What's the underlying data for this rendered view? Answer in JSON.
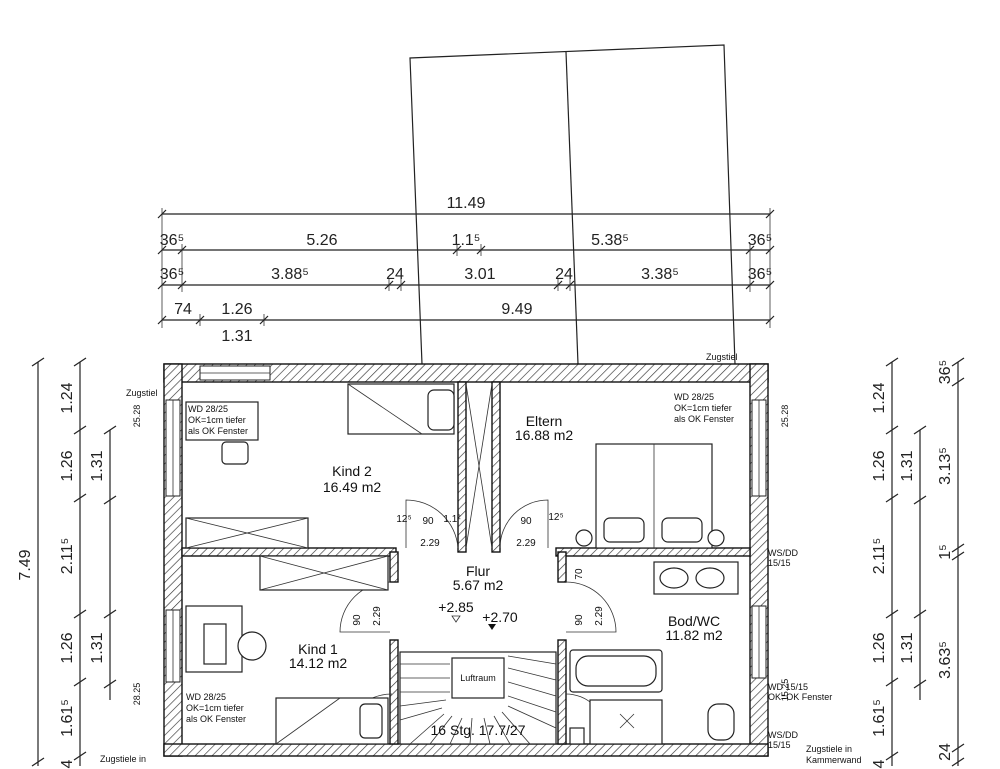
{
  "top_dimensions": {
    "row1": [
      "11.49"
    ],
    "row2": [
      "36⁵",
      "5.26",
      "1.1⁵",
      "5.38⁵",
      "36⁵"
    ],
    "row3": [
      "36⁵",
      "3.88⁵",
      "24",
      "3.01",
      "24",
      "3.38⁵",
      "36⁵"
    ],
    "row4": [
      "74",
      "1.26",
      "9.49"
    ],
    "row5": [
      "1.31"
    ]
  },
  "left_dimensions": {
    "total": "7.49",
    "outer": [
      "1.24",
      "1.26",
      "2.11⁵",
      "1.26",
      "1.61⁵",
      "4"
    ],
    "inner": [
      "1.31",
      "1.31"
    ]
  },
  "right_dimensions": {
    "outer": [
      "1.24",
      "1.26",
      "2.11⁵",
      "1.26",
      "1.61⁵",
      "4"
    ],
    "inner": [
      "1.31",
      "1.31"
    ],
    "far": [
      "36⁵",
      "3.13⁵",
      "1⁵",
      "3.63⁵",
      "24"
    ]
  },
  "rooms": {
    "kind2": {
      "name": "Kind 2",
      "area": "16.49 m2"
    },
    "eltern": {
      "name": "Eltern",
      "area": "16.88 m2"
    },
    "flur": {
      "name": "Flur",
      "area": "5.67 m2"
    },
    "kind1": {
      "name": "Kind 1",
      "area": "14.12 m2"
    },
    "bad": {
      "name": "Bod/WC",
      "area": "11.82 m2"
    }
  },
  "levels": {
    "a": "+2.85",
    "b": "+2.70"
  },
  "stairs": {
    "label": "16 Stg. 17.7/27",
    "shaft": "Luftraum"
  },
  "door_dims": {
    "d90": "90",
    "d125": "12⁵",
    "d112": "1.1²",
    "d229": "2.29",
    "d70": "70"
  },
  "notes": {
    "zugstiel": "Zugstiel",
    "zugstiele_in": "Zugstiele in",
    "zugstiele_in_kammer": "Zugstiele in",
    "kammerwand": "Kammerwand",
    "wd_1": "WD 28/25",
    "wd_oben": "OK=1cm tiefer",
    "wd_fenster": "als OK Fenster",
    "wd_2": "WD 28/25",
    "ws_1": "WS/DD",
    "ws_1b": "15/15",
    "wd_15": "WD 15/15",
    "wd_15b": "OK=OK Fenster",
    "ws_2": "WS/DD",
    "ws_2b": "15/15",
    "d2528": "25.28",
    "d2825": "28.25",
    "d1525": "15.25"
  }
}
